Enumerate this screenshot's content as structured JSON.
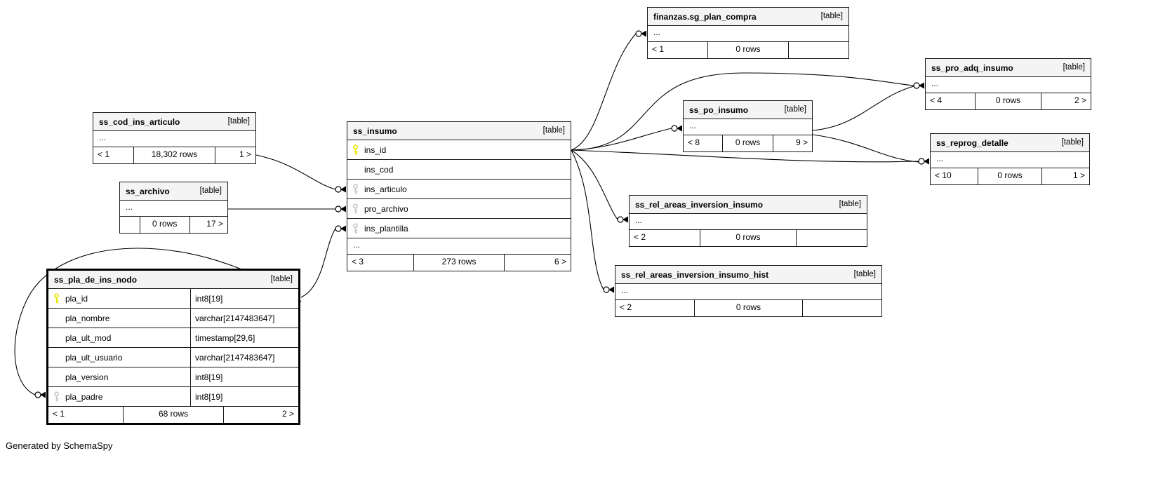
{
  "diagram": {
    "generated_by": "Generated by SchemaSpy",
    "tables": [
      {
        "id": "finanzas_sg_plan_compra",
        "name": "finanzas.sg_plan_compra",
        "type_label": "[table]",
        "columns": [],
        "ellipsis": "...",
        "footer": {
          "left": "< 1",
          "center": "0 rows",
          "right": ""
        }
      },
      {
        "id": "ss_pro_adq_insumo",
        "name": "ss_pro_adq_insumo",
        "type_label": "[table]",
        "columns": [],
        "ellipsis": "...",
        "footer": {
          "left": "< 4",
          "center": "0 rows",
          "right": "2 >"
        }
      },
      {
        "id": "ss_po_insumo",
        "name": "ss_po_insumo",
        "type_label": "[table]",
        "columns": [],
        "ellipsis": "...",
        "footer": {
          "left": "< 8",
          "center": "0 rows",
          "right": "9 >"
        }
      },
      {
        "id": "ss_reprog_detalle",
        "name": "ss_reprog_detalle",
        "type_label": "[table]",
        "columns": [],
        "ellipsis": "...",
        "footer": {
          "left": "< 10",
          "center": "0 rows",
          "right": "1 >"
        }
      },
      {
        "id": "ss_cod_ins_articulo",
        "name": "ss_cod_ins_articulo",
        "type_label": "[table]",
        "columns": [],
        "ellipsis": "...",
        "footer": {
          "left": "< 1",
          "center": "18,302 rows",
          "right": "1 >"
        }
      },
      {
        "id": "ss_archivo",
        "name": "ss_archivo",
        "type_label": "[table]",
        "columns": [],
        "ellipsis": "...",
        "footer": {
          "left": "",
          "center": "0 rows",
          "right": "17 >"
        }
      },
      {
        "id": "ss_insumo",
        "name": "ss_insumo",
        "type_label": "[table]",
        "columns": [
          {
            "name": "ins_id",
            "key": "pk"
          },
          {
            "name": "ins_cod",
            "key": null
          },
          {
            "name": "ins_articulo",
            "key": "fk"
          },
          {
            "name": "pro_archivo",
            "key": "fk"
          },
          {
            "name": "ins_plantilla",
            "key": "fk"
          }
        ],
        "ellipsis": "...",
        "footer": {
          "left": "< 3",
          "center": "273 rows",
          "right": "6 >"
        }
      },
      {
        "id": "ss_rel_areas_inversion_insumo",
        "name": "ss_rel_areas_inversion_insumo",
        "type_label": "[table]",
        "columns": [],
        "ellipsis": "...",
        "footer": {
          "left": "< 2",
          "center": "0 rows",
          "right": ""
        }
      },
      {
        "id": "ss_rel_areas_inversion_insumo_hist",
        "name": "ss_rel_areas_inversion_insumo_hist",
        "type_label": "[table]",
        "columns": [],
        "ellipsis": "...",
        "footer": {
          "left": "< 2",
          "center": "0 rows",
          "right": ""
        }
      },
      {
        "id": "ss_pla_de_ins_nodo",
        "name": "ss_pla_de_ins_nodo",
        "type_label": "[table]",
        "columns": [
          {
            "name": "pla_id",
            "type": "int8[19]",
            "key": "pk"
          },
          {
            "name": "pla_nombre",
            "type": "varchar[2147483647]",
            "key": null
          },
          {
            "name": "pla_ult_mod",
            "type": "timestamp[29,6]",
            "key": null
          },
          {
            "name": "pla_ult_usuario",
            "type": "varchar[2147483647]",
            "key": null
          },
          {
            "name": "pla_version",
            "type": "int8[19]",
            "key": null
          },
          {
            "name": "pla_padre",
            "type": "int8[19]",
            "key": "fk"
          }
        ],
        "ellipsis": null,
        "footer": {
          "left": "< 1",
          "center": "68 rows",
          "right": "2 >"
        }
      }
    ],
    "colors": {
      "primary_key": "#e6e600",
      "foreign_key": "#c8c8c8",
      "header_bg": "#f4f4f4",
      "line": "#000000"
    },
    "relationships": [
      {
        "from": "ss_insumo",
        "to": "finanzas.sg_plan_compra"
      },
      {
        "from": "ss_insumo",
        "to": "ss_pro_adq_insumo"
      },
      {
        "from": "ss_po_insumo",
        "to": "ss_pro_adq_insumo"
      },
      {
        "from": "ss_insumo",
        "to": "ss_po_insumo"
      },
      {
        "from": "ss_insumo",
        "to": "ss_reprog_detalle"
      },
      {
        "from": "ss_po_insumo",
        "to": "ss_reprog_detalle"
      },
      {
        "from": "ss_insumo",
        "to": "ss_rel_areas_inversion_insumo"
      },
      {
        "from": "ss_insumo",
        "to": "ss_rel_areas_inversion_insumo_hist"
      },
      {
        "from": "ss_cod_ins_articulo",
        "to": "ss_insumo.ins_articulo"
      },
      {
        "from": "ss_archivo",
        "to": "ss_insumo.pro_archivo"
      },
      {
        "from": "ss_pla_de_ins_nodo",
        "to": "ss_insumo.ins_plantilla"
      },
      {
        "from": "ss_pla_de_ins_nodo.pla_id",
        "to": "ss_pla_de_ins_nodo.pla_padre"
      }
    ]
  }
}
